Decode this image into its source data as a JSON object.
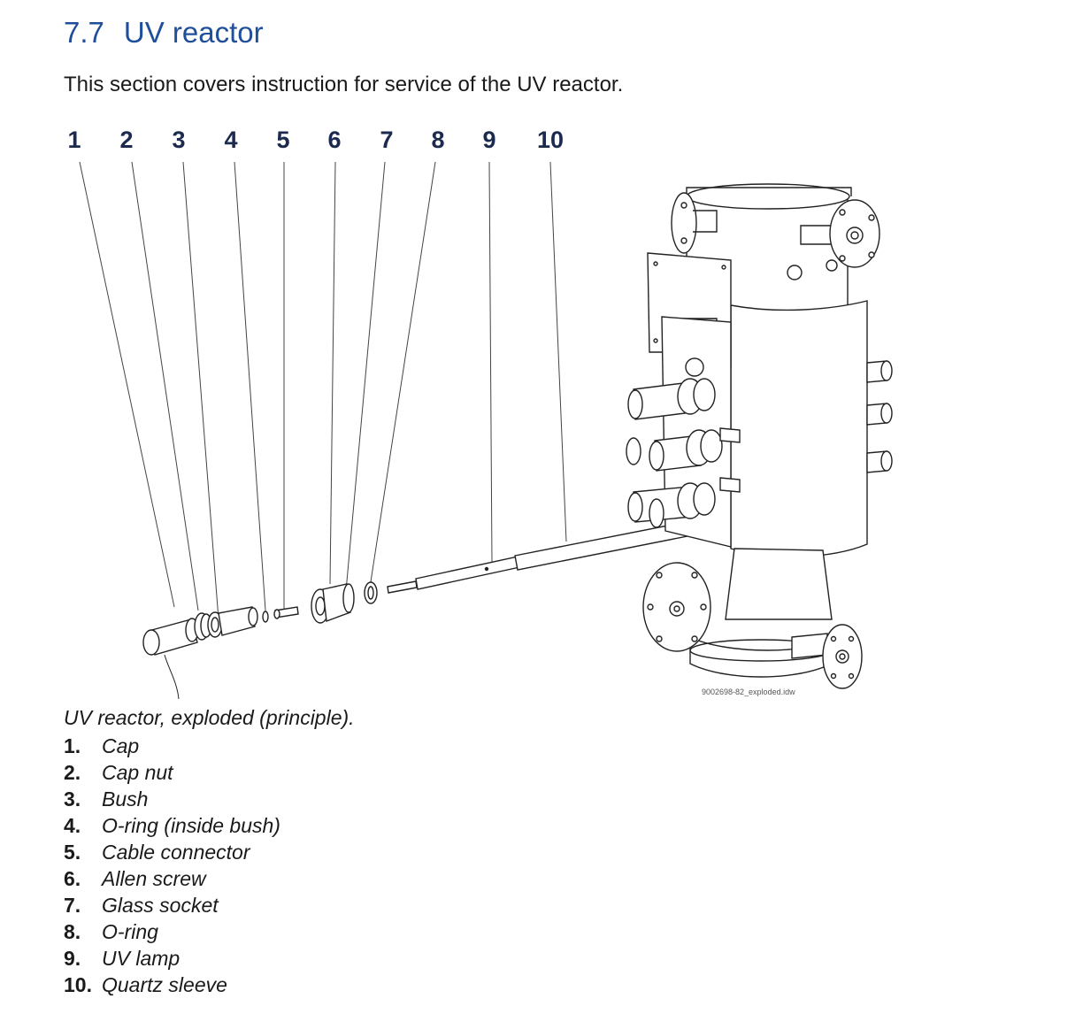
{
  "section": {
    "number": "7.7",
    "title": "UV reactor"
  },
  "intro": "This section covers instruction for service of the UV reactor.",
  "figure": {
    "callouts": [
      "1",
      "2",
      "3",
      "4",
      "5",
      "6",
      "7",
      "8",
      "9",
      "10"
    ],
    "file_label": "9002698-82_exploded.idw",
    "caption": "UV reactor, exploded (principle)."
  },
  "legend": [
    {
      "num": "1.",
      "text": "Cap"
    },
    {
      "num": "2.",
      "text": "Cap nut"
    },
    {
      "num": "3.",
      "text": "Bush"
    },
    {
      "num": "4.",
      "text": "O-ring (inside bush)"
    },
    {
      "num": "5.",
      "text": "Cable connector"
    },
    {
      "num": "6.",
      "text": "Allen screw"
    },
    {
      "num": "7.",
      "text": "Glass socket"
    },
    {
      "num": "8.",
      "text": "O-ring"
    },
    {
      "num": "9.",
      "text": "UV lamp"
    },
    {
      "num": "10.",
      "text": "Quartz sleeve"
    }
  ]
}
